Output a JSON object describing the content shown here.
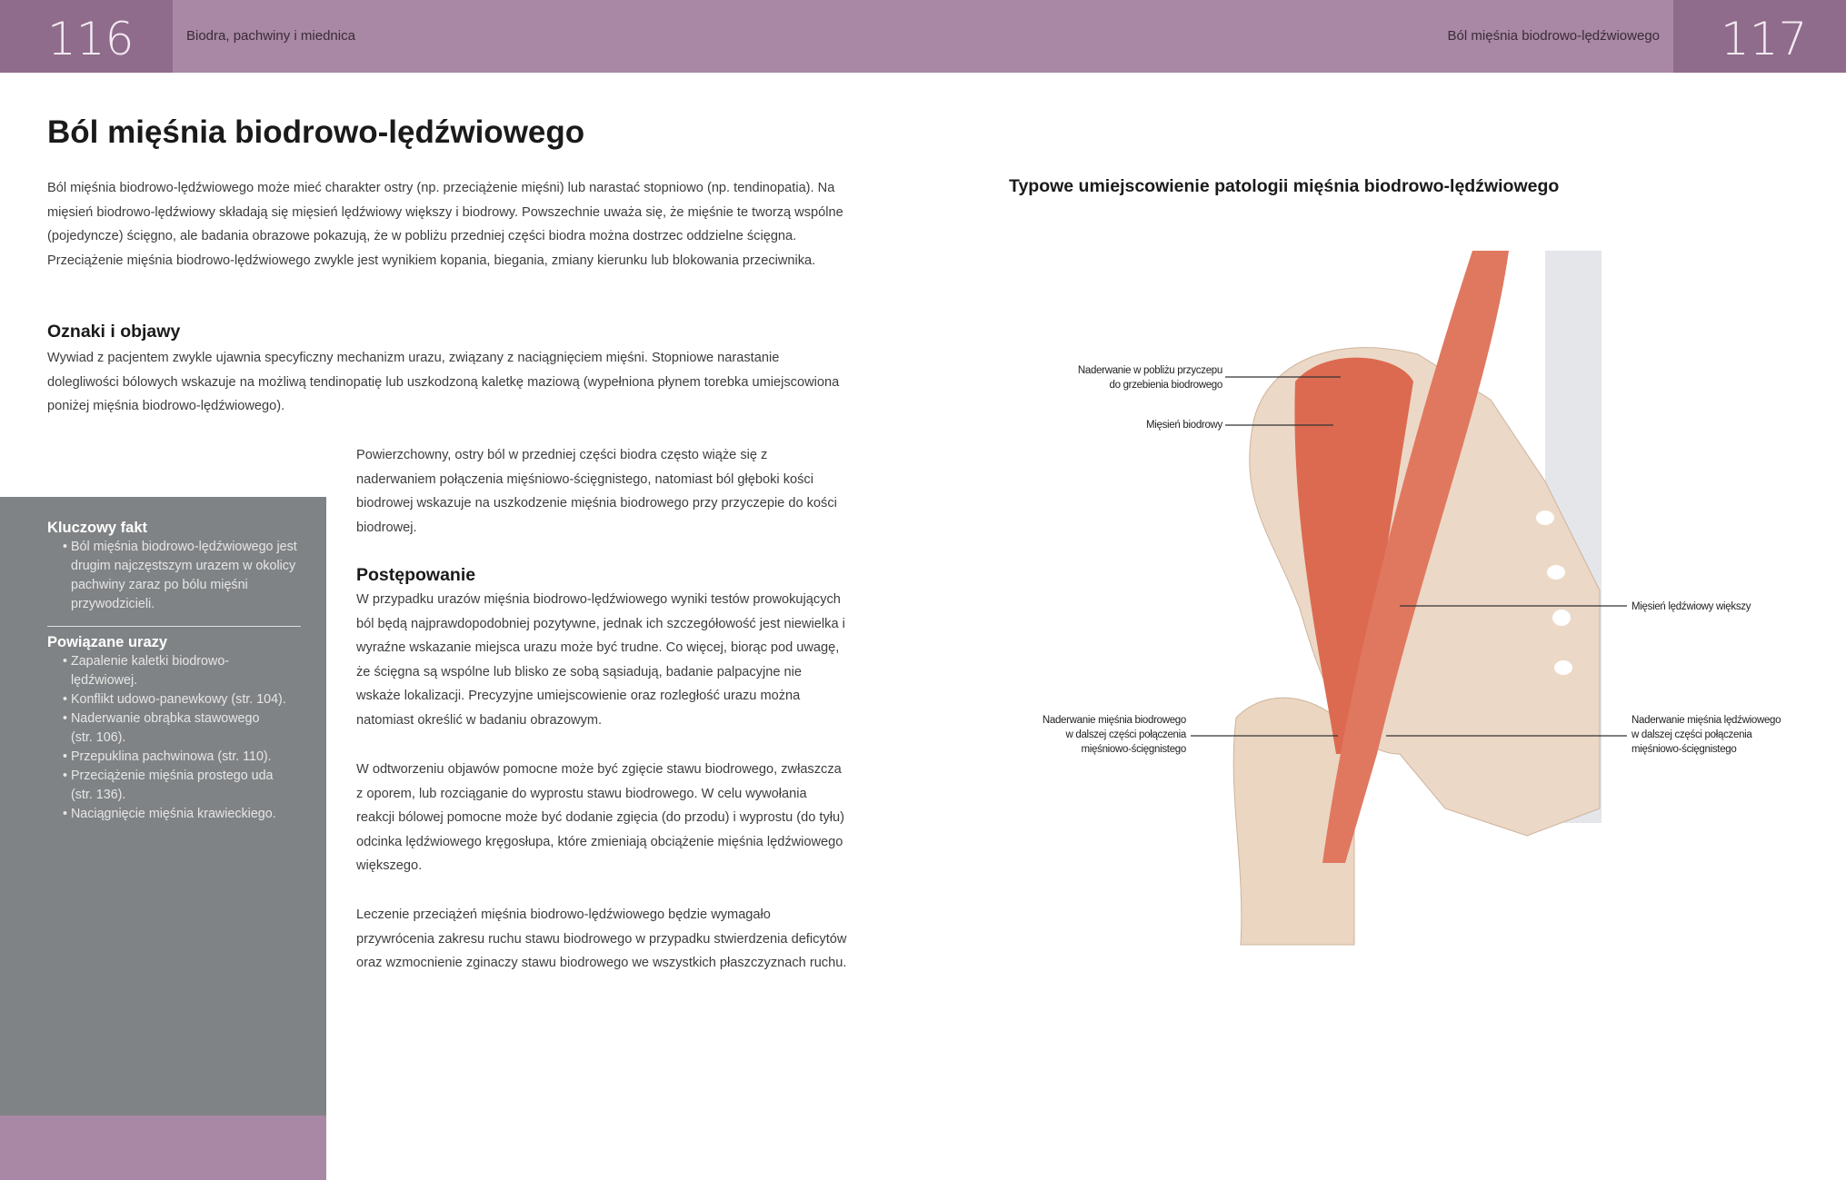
{
  "header": {
    "left_page": "116",
    "left_section": "Biodra, pachwiny i miednica",
    "right_section": "Ból mięśnia biodrowo-lędźwiowego",
    "right_page": "117",
    "color": "#a888a4"
  },
  "title": "Ból mięśnia biodrowo-lędźwiowego",
  "intro": "Ból mięśnia biodrowo-lędźwiowego może mieć charakter ostry (np. przeciążenie mięśni) lub narastać stopniowo (np. tendinopatia). Na mięsień biodrowo-lędźwiowy składają się mięsień lędźwiowy większy i biodrowy. Powszechnie uważa się, że mięśnie te tworzą wspólne (pojedyncze) ścięgno, ale badania obrazowe pokazują, że w pobliżu przedniej części biodra można dostrzec oddzielne ścięgna. Przeciążenie mięśnia biodrowo-lędźwiowego zwykle jest wynikiem kopania, biegania, zmiany kierunku lub blokowania przeciwnika.",
  "signs": {
    "heading": "Oznaki i objawy",
    "text": "Wywiad z pacjentem zwykle ujawnia specyficzny mechanizm urazu, związany z naciągnięciem mięśni. Stopniowe narastanie dolegliwości bólowych wskazuje na możliwą tendinopatię lub uszkodzoną kaletkę maziową (wypełniona płynem torebka umiejscowiona poniżej mięśnia biodrowo-lędźwiowego).",
    "text2": "Powierzchowny, ostry ból w przedniej części biodra często wiąże się z naderwaniem połączenia mięśniowo-ścięgnistego, natomiast ból głęboki kości biodrowej wskazuje na uszkodzenie mięśnia biodrowego przy przyczepie do kości biodrowej."
  },
  "treatment": {
    "heading": "Postępowanie",
    "paragraphs": [
      "W przypadku urazów mięśnia biodrowo-lędźwiowego wyniki testów prowokujących ból będą najprawdopodobniej pozytywne, jednak ich szczegółowość jest niewielka i wyraźne wskazanie miejsca urazu może być trudne. Co więcej, biorąc pod uwagę, że ścięgna są wspólne lub blisko ze sobą sąsiadują, badanie palpacyjne nie wskaże lokalizacji. Precyzyjne umiejscowienie oraz rozległość urazu można natomiast określić w badaniu obrazowym.",
      "W odtworzeniu objawów pomocne może być zgięcie stawu biodrowego, zwłaszcza z oporem, lub rozciąganie do wyprostu stawu biodrowego. W celu wywołania reakcji bólowej pomocne może być dodanie zgięcia (do przodu) i wyprostu (do tyłu) odcinka lędźwiowego kręgosłupa, które zmieniają obciążenie mięśnia lędźwiowego większego.",
      "Leczenie przeciążeń mięśnia biodrowo-lędźwiowego będzie wymagało przywrócenia zakresu ruchu stawu biodrowego w przypadku stwierdzenia deficytów oraz wzmocnienie zginaczy stawu biodrowego we wszystkich płaszczyznach ruchu."
    ]
  },
  "sidebar": {
    "key_fact_heading": "Kluczowy fakt",
    "key_facts": [
      "Ból mięśnia biodrowo-lędźwiowego jest drugim najczęstszym urazem w okolicy pachwiny zaraz po bólu mięśni przywodzicieli."
    ],
    "related_heading": "Powiązane urazy",
    "related": [
      "Zapalenie kaletki biodrowo-lędźwiowej.",
      "Konflikt udowo-panewkowy (str. 104).",
      "Naderwanie obrąbka stawowego (str. 106).",
      "Przepuklina pachwinowa (str. 110).",
      "Przeciążenie mięśnia prostego uda (str. 136).",
      "Naciągnięcie mięśnia krawieckiego."
    ]
  },
  "figure": {
    "title": "Typowe umiejscowienie patologii mięśnia biodrowo-lędźwiowego",
    "labels": {
      "l1a": "Naderwanie w pobliżu przyczepu",
      "l1b": "do grzebienia biodrowego",
      "l2": "Mięsień biodrowy",
      "l3": "Mięsień lędźwiowy większy",
      "l4a": "Naderwanie mięśnia biodrowego",
      "l4b": "w dalszej części połączenia",
      "l4c": "mięśniowo-ścięgnistego",
      "l5a": "Naderwanie mięśnia lędźwiowego",
      "l5b": "w dalszej części połączenia",
      "l5c": "mięśniowo-ścięgnistego"
    }
  }
}
